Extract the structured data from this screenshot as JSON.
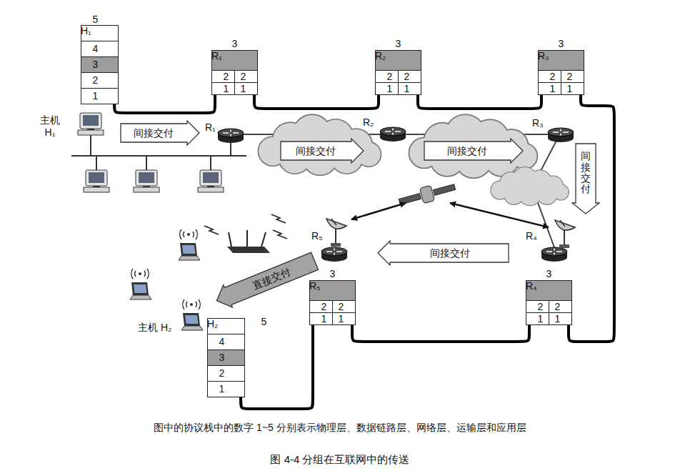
{
  "diagram": {
    "caption": "图 4-4 分组在互联网中的传送",
    "nodes": [
      {
        "text": [
          "H₁"
        ]
      },
      {
        "text": [
          "5"
        ],
        "in": 0
      },
      {
        "text": [
          "4"
        ],
        "in": 0
      },
      {
        "text": [
          "3"
        ],
        "in": 0
      },
      {
        "text": [
          "2"
        ],
        "in": 0
      },
      {
        "text": [
          "1"
        ],
        "in": 0
      },
      {
        "text": [
          "R₁"
        ]
      },
      {
        "text": [
          "3"
        ],
        "in": 6
      },
      {
        "text": [
          "2"
        ],
        "in": 6
      },
      {
        "text": [
          "2"
        ],
        "in": 6
      },
      {
        "text": [
          "1"
        ],
        "in": 6
      },
      {
        "text": [
          "1"
        ],
        "in": 6
      },
      {
        "text": [
          "R₂"
        ]
      },
      {
        "text": [
          "3"
        ],
        "in": 12
      },
      {
        "text": [
          "2"
        ],
        "in": 12
      },
      {
        "text": [
          "2"
        ],
        "in": 12
      },
      {
        "text": [
          "1"
        ],
        "in": 12
      },
      {
        "text": [
          "1"
        ],
        "in": 12
      },
      {
        "text": [
          "R₃"
        ]
      },
      {
        "text": [
          "3"
        ],
        "in": 18
      },
      {
        "text": [
          "2"
        ],
        "in": 18
      },
      {
        "text": [
          "2"
        ],
        "in": 18
      },
      {
        "text": [
          "1"
        ],
        "in": 18
      },
      {
        "text": [
          "1"
        ],
        "in": 18
      },
      {
        "text": [
          "间接交付"
        ]
      },
      {
        "text": [
          "间接交付"
        ]
      },
      {
        "text": [
          "间接交付"
        ]
      },
      {
        "text": [
          "间接交付"
        ]
      },
      {
        "text": [
          "间接交付"
        ]
      },
      {
        "text": [
          "直接交付"
        ]
      },
      {
        "text": [
          "R₅"
        ]
      },
      {
        "text": [
          "3"
        ],
        "in": 30
      },
      {
        "text": [
          "2"
        ],
        "in": 30
      },
      {
        "text": [
          "2"
        ],
        "in": 30
      },
      {
        "text": [
          "1"
        ],
        "in": 30
      },
      {
        "text": [
          "1"
        ],
        "in": 30
      },
      {
        "text": [
          "R₄"
        ]
      },
      {
        "text": [
          "3"
        ],
        "in": 36
      },
      {
        "text": [
          "2"
        ],
        "in": 36
      },
      {
        "text": [
          "2"
        ],
        "in": 36
      },
      {
        "text": [
          "1"
        ],
        "in": 36
      },
      {
        "text": [
          "1"
        ],
        "in": 36
      },
      {
        "text": [
          "H₂"
        ]
      },
      {
        "text": [
          "5"
        ],
        "in": 42
      },
      {
        "text": [
          "4"
        ],
        "in": 42
      },
      {
        "text": [
          "3"
        ],
        "in": 42
      },
      {
        "text": [
          "2"
        ],
        "in": 42
      },
      {
        "text": [
          "1"
        ],
        "in": 42
      }
    ],
    "edges": [
      {
        "from": 1,
        "to": 6,
        "arrow": "none"
      },
      {
        "from": 6,
        "to": 12,
        "arrow": "none"
      },
      {
        "from": 12,
        "to": 18,
        "arrow": "none"
      },
      {
        "from": 18,
        "to": 36,
        "arrow": "none"
      },
      {
        "from": 36,
        "to": 30,
        "arrow": "none"
      },
      {
        "from": 30,
        "to": 43,
        "arrow": "to"
      }
    ],
    "labels": [
      "主机 H₁",
      "R₁",
      "R₂",
      "R₃",
      "R₄",
      "R₅",
      "主机 H₂",
      "图中的协议栈中的数字 1~5 分别表示物理层、数据链路层、网络层、运输层和应用层"
    ]
  }
}
